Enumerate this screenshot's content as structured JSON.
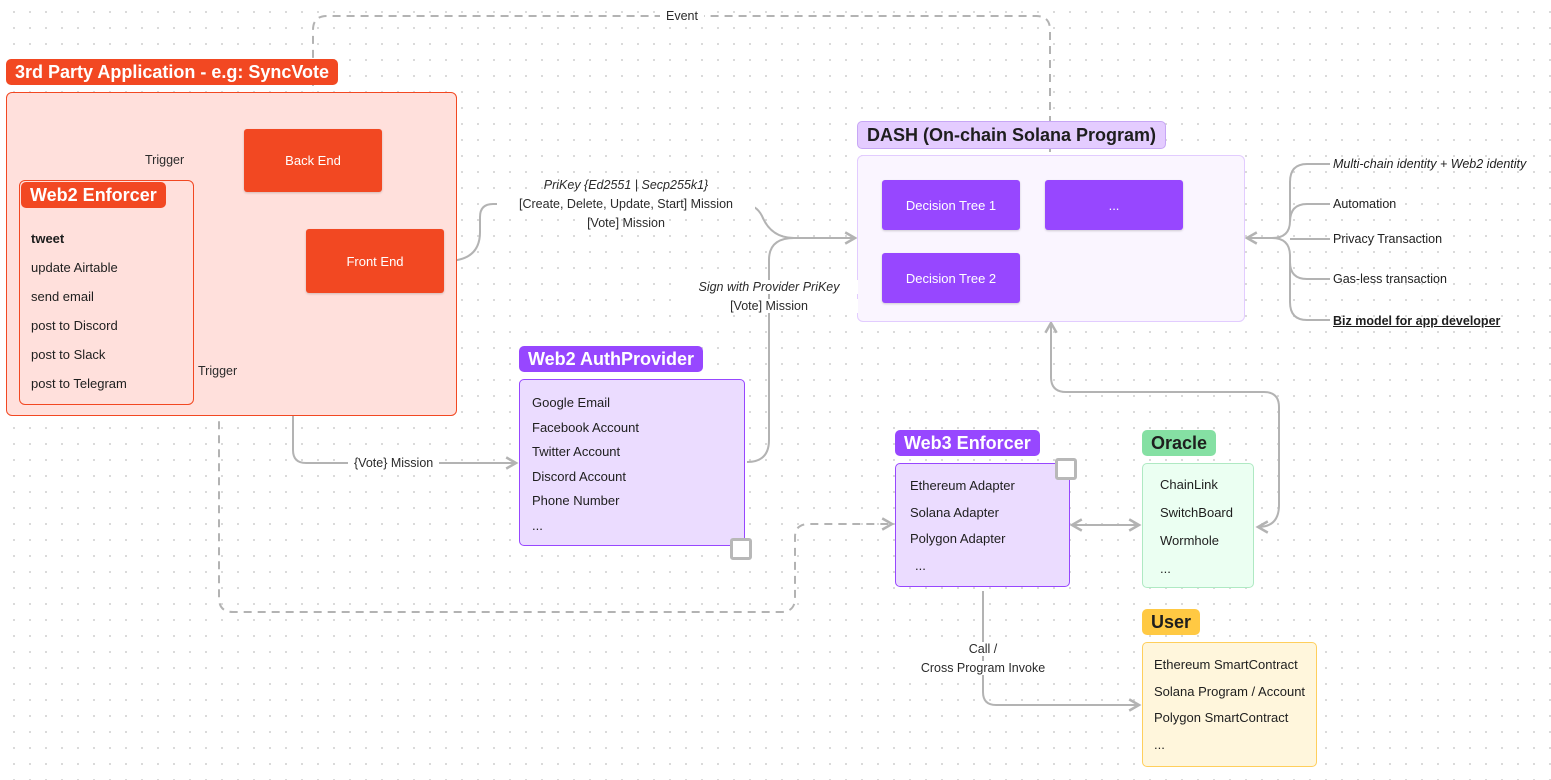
{
  "third_party": {
    "title": "3rd Party Application - e.g: SyncVote",
    "back_end": "Back End",
    "front_end": "Front End"
  },
  "web2_enforcer": {
    "title": "Web2 Enforcer",
    "items": [
      "tweet",
      "update Airtable",
      "send email",
      "post to Discord",
      "post to Slack",
      "post to Telegram"
    ]
  },
  "dash": {
    "title": "DASH (On-chain Solana Program)",
    "trees": [
      "Decision Tree 1",
      "...",
      "Decision Tree 2"
    ],
    "features": [
      "Multi-chain identity + Web2 identity",
      "Automation",
      "Privacy Transaction",
      "Gas-less transaction",
      "Biz model for app developer"
    ]
  },
  "web2_auth": {
    "title": "Web2 AuthProvider",
    "items": [
      "Google Email",
      "Facebook Account",
      "Twitter Account",
      "Discord Account",
      "Phone Number",
      "..."
    ]
  },
  "web3_enforcer": {
    "title": "Web3 Enforcer",
    "items": [
      "Ethereum Adapter",
      "Solana Adapter",
      "Polygon Adapter",
      "..."
    ]
  },
  "oracle": {
    "title": "Oracle",
    "items": [
      "ChainLink",
      "SwitchBoard",
      "Wormhole",
      "..."
    ]
  },
  "user": {
    "title": "User",
    "items": [
      "Ethereum SmartContract",
      "Solana Program / Account",
      "Polygon SmartContract",
      "..."
    ]
  },
  "labels": {
    "event": "Event",
    "trigger_top": "Trigger",
    "trigger_side": "Trigger",
    "prikey_line1": "PriKey {Ed2551 | Secp255k1}",
    "prikey_line2": "[Create, Delete, Update, Start] Mission",
    "prikey_line3": "[Vote] Mission",
    "sign_line1": "Sign with Provider PriKey",
    "sign_line2": "[Vote] Mission",
    "vote_mission": "{Vote} Mission",
    "call_line1": "Call /",
    "call_line2": "Cross Program Invoke"
  },
  "colors": {
    "red": "#f24822",
    "red_light": "#ffe0dc",
    "purple": "#9747ff",
    "purple_light": "#ebdcff",
    "green": "#85e0a3",
    "yellow": "#ffc943",
    "wire": "#b3b3b3"
  }
}
